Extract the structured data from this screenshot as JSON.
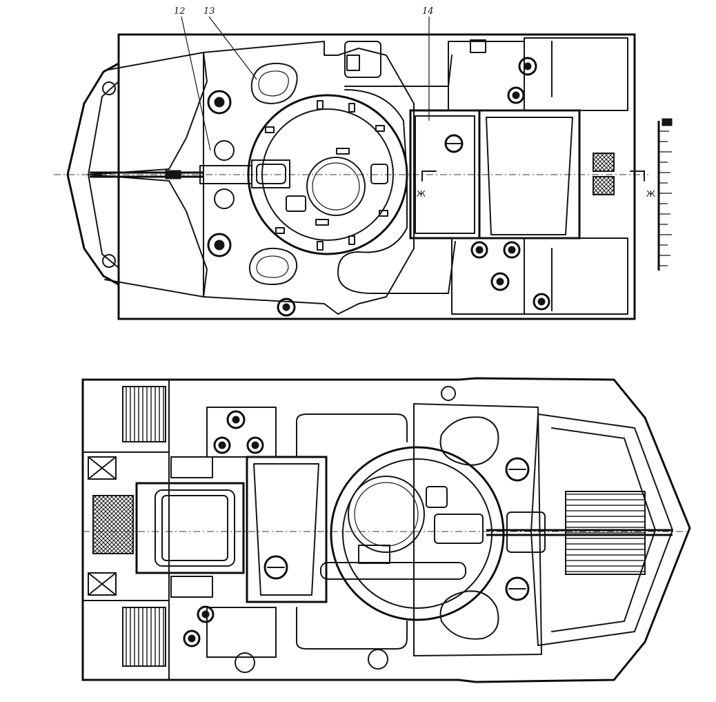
{
  "callouts": [
    {
      "id": "12",
      "text": "12"
    },
    {
      "id": "13",
      "text": "13"
    },
    {
      "id": "14",
      "text": "14"
    }
  ],
  "section_marks": {
    "left": "Ж",
    "right": "Ж"
  },
  "colors": {
    "ink": "#141414",
    "paper": "#ffffff"
  }
}
